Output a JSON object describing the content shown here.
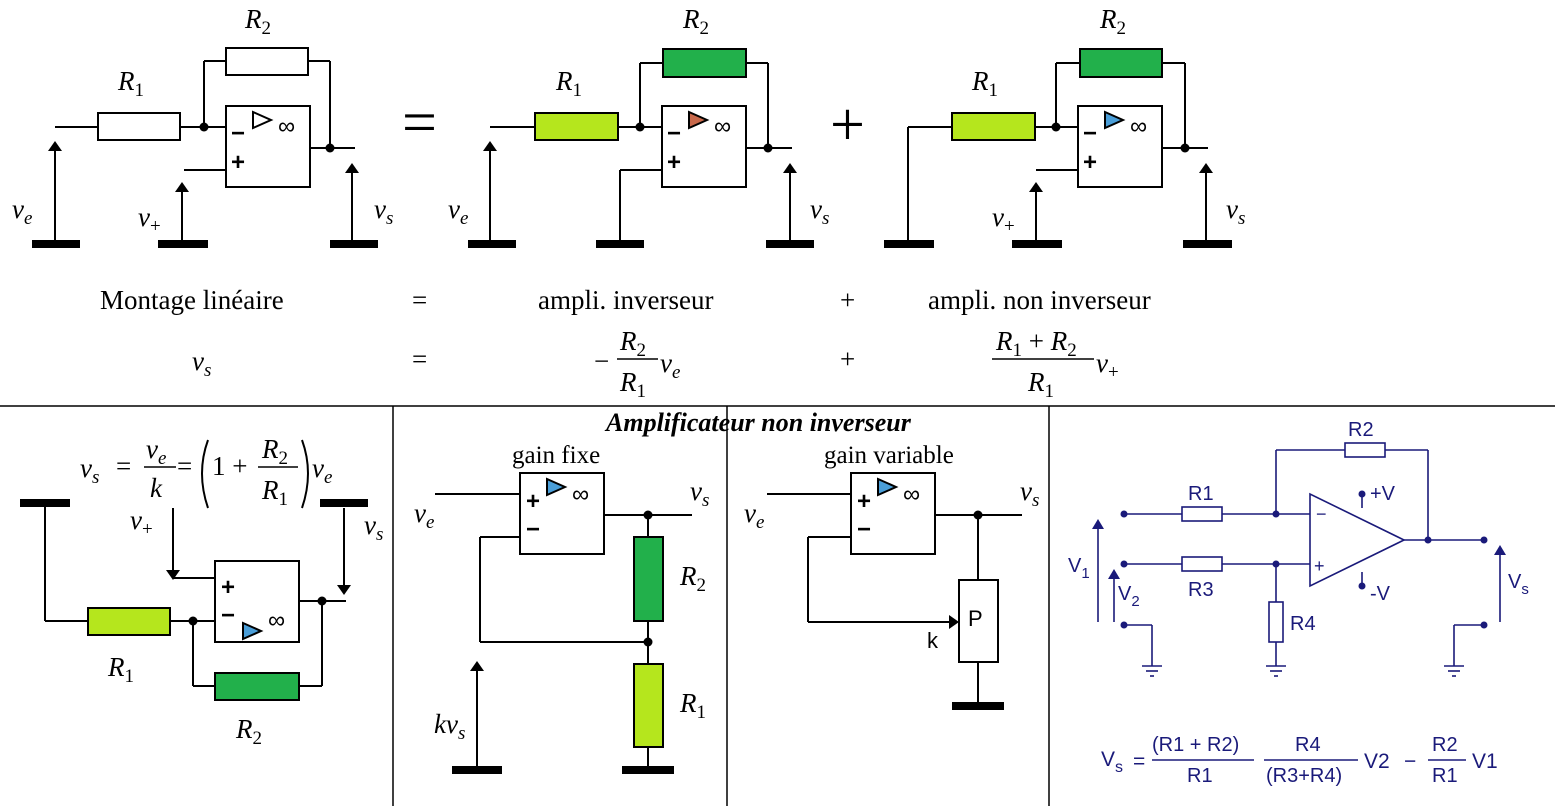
{
  "colors": {
    "resistor_green": "#22b04b",
    "resistor_lime": "#b5e61d",
    "triangle_orange": "#c8684a",
    "triangle_blue": "#4a9ed8",
    "schematic_blue": "#1a1a7a"
  },
  "top": {
    "r1": "R",
    "r1_sub": "1",
    "r2": "R",
    "r2_sub": "2",
    "ve": "v",
    "ve_sub": "e",
    "vp": "v",
    "vp_sub": "+",
    "vs": "v",
    "vs_sub": "s",
    "minus": "−",
    "plus": "+",
    "inf": "∞",
    "equals_sign": "=",
    "plus_sign": "+",
    "row1": {
      "left": "Montage linéaire",
      "eq": "=",
      "mid": "ampli. inverseur",
      "plus": "+",
      "right": "ampli. non inverseur"
    },
    "row2": {
      "vs": "v",
      "vs_sub": "s",
      "eq": "=",
      "minus": "−",
      "mid_num": "R",
      "mid_num_sub": "2",
      "mid_den": "R",
      "mid_den_sub": "1",
      "mid_var": "v",
      "mid_var_sub": "e",
      "plus": "+",
      "right_num_a": "R",
      "right_num_a_sub": "1",
      "right_num_plus": " + ",
      "right_num_b": "R",
      "right_num_b_sub": "2",
      "right_den": "R",
      "right_den_sub": "1",
      "right_var": "v",
      "right_var_sub": "+"
    }
  },
  "bottom": {
    "title": "Amplificateur non inverseur",
    "formula": {
      "vs": "v",
      "vs_sub": "s",
      "eq1": "=",
      "num": "v",
      "num_sub": "e",
      "den": "k",
      "eq2": "=",
      "one_plus": "1 +",
      "r2": "R",
      "r2_sub": "2",
      "r1": "R",
      "r1_sub": "1",
      "ve": "v",
      "ve_sub": "e"
    },
    "gain_fixe": "gain fixe",
    "gain_variable": "gain variable",
    "kvs": "kv",
    "kvs_sub": "s",
    "k": "k",
    "p": "P"
  },
  "sub": {
    "r1": "R1",
    "r2": "R2",
    "r3": "R3",
    "r4": "R4",
    "plus_v": "+V",
    "minus_v": "-V",
    "v1": "V",
    "v1_sub": "1",
    "v2": "V",
    "v2_sub": "2",
    "vs": "V",
    "vs_sub": "s",
    "opminus": "−",
    "opplus": "+",
    "formula": {
      "lhs": "V",
      "lhs_sub": "s",
      "eq": "=",
      "f1_num": "(R1 + R2)",
      "f1_den": "R1",
      "f2_num": "R4",
      "f2_den": "(R3+R4)",
      "v2": "V2",
      "minus": "−",
      "f3_num": "R2",
      "f3_den": "R1",
      "v1": "V1"
    }
  }
}
